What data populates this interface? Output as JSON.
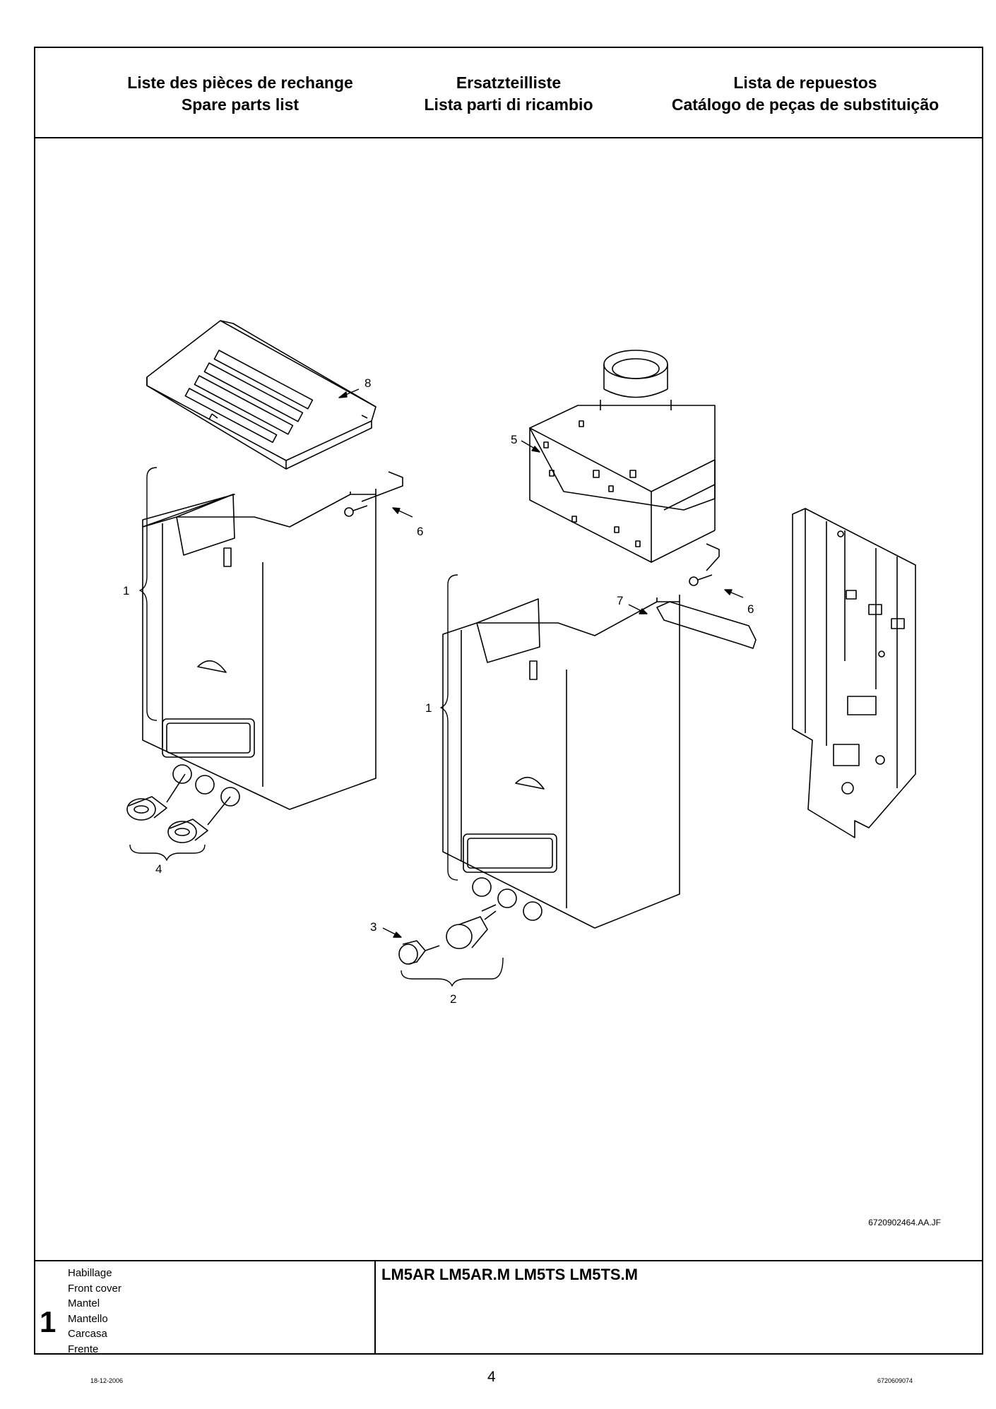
{
  "header": {
    "col1": [
      "Liste des pièces de rechange",
      "Spare parts list"
    ],
    "col2": [
      "Ersatzteilliste",
      "Lista parti di ricambio"
    ],
    "col3": [
      "Lista de repuestos",
      "Catálogo de peças de substituição"
    ]
  },
  "callouts": {
    "c8": "8",
    "c5": "5",
    "c6a": "6",
    "c6b": "6",
    "c7": "7",
    "c1a": "1",
    "c1b": "1",
    "c4": "4",
    "c3": "3",
    "c2": "2"
  },
  "drawing_ref": "6720902464.AA.JF",
  "footer": {
    "number": "1",
    "names": [
      "Habillage",
      "Front cover",
      "Mantel",
      "Mantello",
      "Carcasa",
      "Frente"
    ],
    "models": "LM5AR LM5AR.M LM5TS LM5TS.M"
  },
  "page": {
    "date": "18-12-2006",
    "number": "4",
    "code": "6720609074"
  }
}
